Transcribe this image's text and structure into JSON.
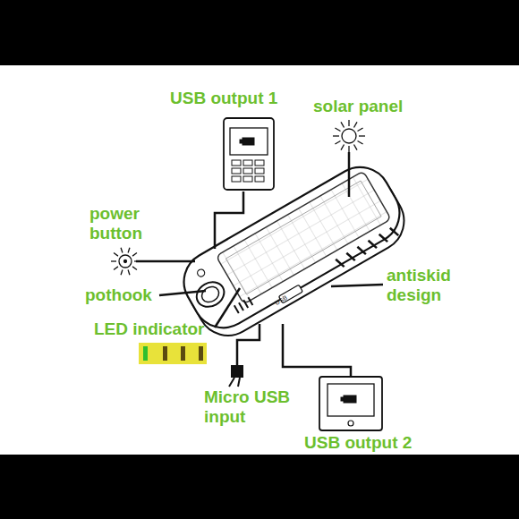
{
  "diagram": {
    "labels": [
      "USB output 1",
      "solar panel",
      "power button",
      "pothook",
      "antiskid design",
      "LED indicator",
      "Micro USB input",
      "USB output 2",
      "USB"
    ]
  }
}
